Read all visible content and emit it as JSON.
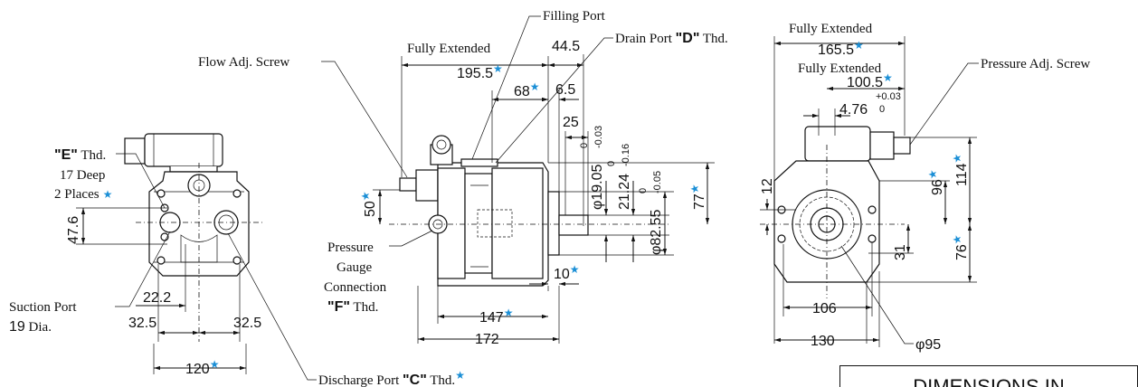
{
  "left_view": {
    "e_thread": {
      "bold": "\"E\"",
      "rest": " Thd."
    },
    "e_depth": "17 Deep",
    "e_places": "2 Places",
    "dim_47_6": "47.6",
    "suction_label": "Suction Port",
    "suction_dia": {
      "bold": "19",
      "rest": " Dia."
    },
    "dim_22_2": "22.2",
    "dim_32_5_left": "32.5",
    "dim_32_5_right": "32.5",
    "dim_120": "120",
    "discharge": {
      "text": "Discharge Port ",
      "bold": "\"C\"",
      "rest": " Thd."
    }
  },
  "center_view": {
    "flow_adj": "Flow Adj. Screw",
    "fully_extended": "Fully Extended",
    "dim_195_5": "195.5",
    "filling_port": "Filling Port",
    "dim_44_5": "44.5",
    "drain_port": {
      "text": "Drain Port ",
      "bold": "\"D\"",
      "rest": " Thd."
    },
    "dim_68": "68",
    "dim_6_5": "6.5",
    "dim_25": "25",
    "dim_19_05": "φ19.05",
    "tol_19_05": {
      "upper": "0",
      "lower": "-0.03"
    },
    "dim_21_24": "21.24",
    "tol_21_24": {
      "upper": "0",
      "lower": "-0.16"
    },
    "dim_82_55": "φ82.55",
    "tol_82_55": {
      "upper": "0",
      "lower": "-0.05"
    },
    "dim_77": "77",
    "dim_50": "50",
    "pressure_gauge": [
      "Pressure",
      "Gauge",
      "Connection"
    ],
    "gauge_thread": {
      "bold": "\"F\"",
      "rest": " Thd."
    },
    "dim_10": "10",
    "dim_147": "147",
    "dim_172": "172"
  },
  "right_view": {
    "fully_extended_1": "Fully Extended",
    "dim_165_5": "165.5",
    "fully_extended_2": "Fully Extended",
    "dim_100_5": "100.5",
    "pressure_adj": "Pressure Adj. Screw",
    "dim_4_76": "4.76",
    "tol_4_76": {
      "upper": "+0.03",
      "lower": "0"
    },
    "dim_12": "12",
    "dim_96": "96",
    "dim_114": "114",
    "dim_31": "31",
    "dim_76": "76",
    "dim_106": "106",
    "dim_130": "130",
    "dim_95": "φ95"
  },
  "note": "DIMENSIONS IN",
  "colors": {
    "star": "#1b8fd6",
    "line": "#111111"
  },
  "star_glyph": "★"
}
